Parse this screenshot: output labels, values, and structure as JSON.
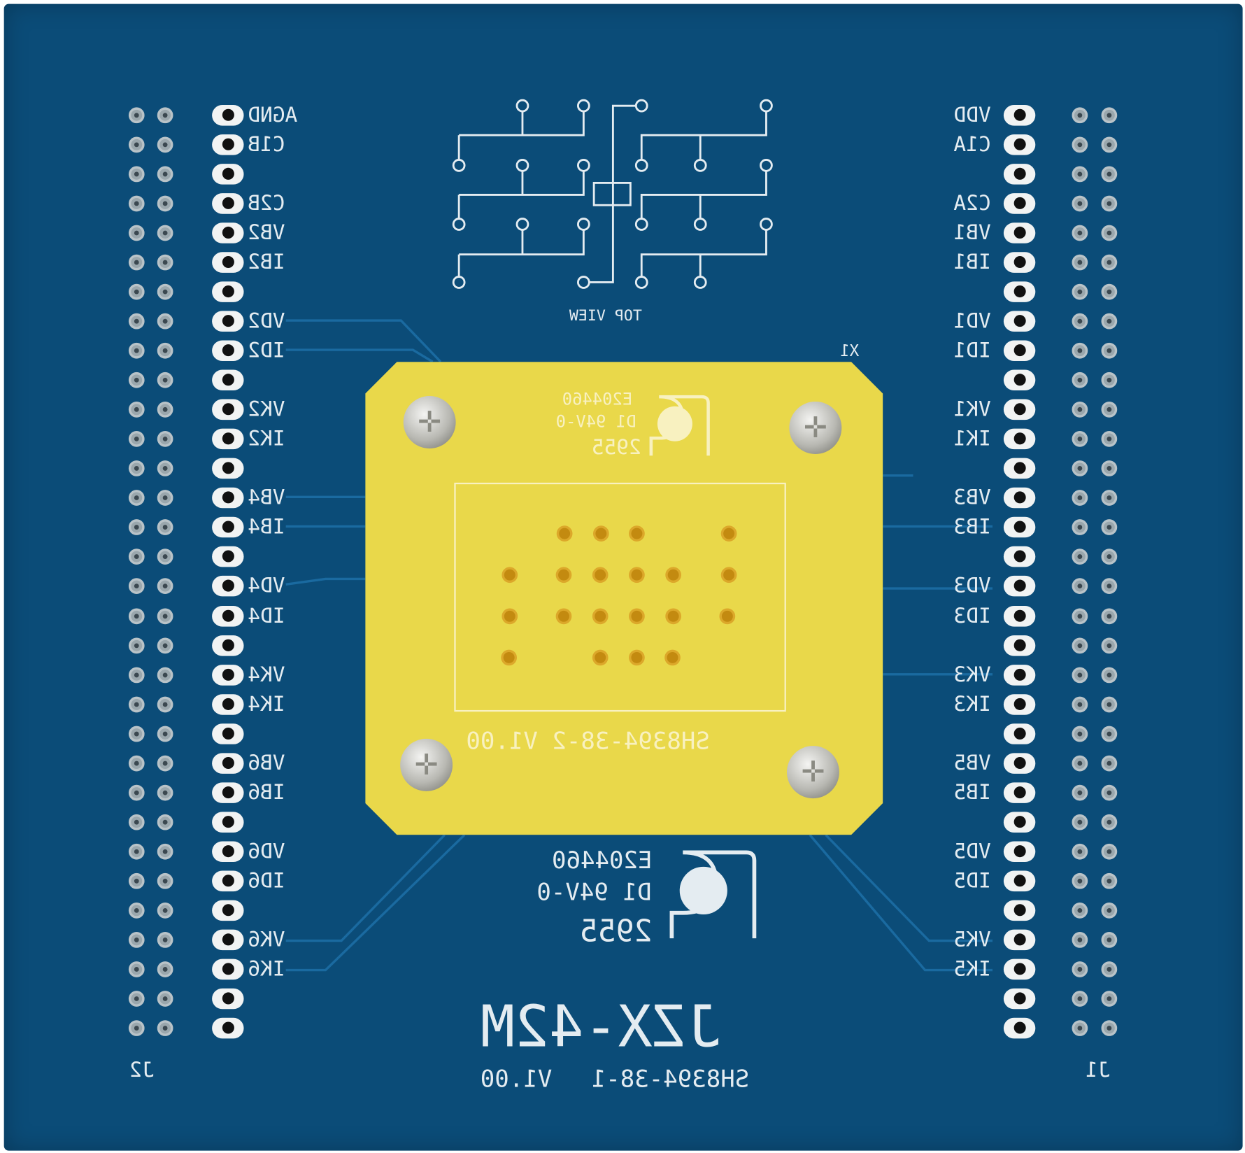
{
  "board": {
    "title": "JZX-42M",
    "part_number_main": "SH8394-38-1",
    "version_main": "V1.00",
    "socket_part": "SH8394-38-2 V1.00",
    "top_view_label": "TOP VIEW",
    "socket_ref": "X1",
    "left_connector": "J2",
    "right_connector": "J1",
    "board_color": "#0b4c78",
    "socket_color": "#e9d84a"
  },
  "socket_logo": {
    "ul_file": "E204460",
    "rating": "D1 94V-0",
    "code": "2955"
  },
  "board_logo": {
    "ul_file": "E204460",
    "rating": "D1 94V-0",
    "code": "2955"
  },
  "left_labels": [
    "AGND",
    "C1B",
    "",
    "C2B",
    "VB2",
    "IB2",
    "",
    "VD2",
    "ID2",
    "",
    "VK2",
    "IK2",
    "",
    "VB4",
    "IB4",
    "",
    "VD4",
    "ID4",
    "",
    "VK4",
    "IK4",
    "",
    "VB6",
    "IB6",
    "",
    "VD6",
    "ID6",
    "",
    "VK6",
    "IK6",
    "",
    ""
  ],
  "right_labels": [
    "VDD",
    "C1A",
    "",
    "C2A",
    "VB1",
    "IB1",
    "",
    "VD1",
    "ID1",
    "",
    "VK1",
    "IK1",
    "",
    "VB3",
    "IB3",
    "",
    "VD3",
    "ID3",
    "",
    "VK3",
    "IK3",
    "",
    "VB5",
    "IB5",
    "",
    "VD5",
    "ID5",
    "",
    "VK5",
    "IK5",
    "",
    ""
  ]
}
